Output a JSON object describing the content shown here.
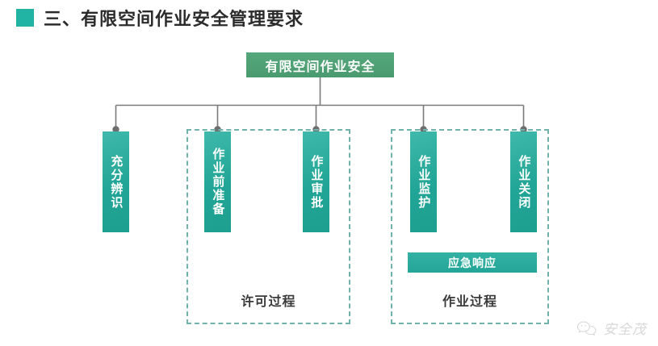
{
  "page": {
    "title_bullet": "square-bullet",
    "title": "三、有限空间作业安全管理要求"
  },
  "diagram": {
    "root": {
      "label": "有限空间作业安全",
      "color": "#4a9a6f"
    },
    "nodes": [
      {
        "id": "node-1",
        "label": "充分辨识",
        "group": null
      },
      {
        "id": "node-2",
        "label": "作业前准备",
        "group": "permit"
      },
      {
        "id": "node-3",
        "label": "作业审批",
        "group": "permit"
      },
      {
        "id": "node-4",
        "label": "作业监护",
        "group": "operation"
      },
      {
        "id": "node-5",
        "label": "作业关闭",
        "group": "operation"
      }
    ],
    "groups": [
      {
        "id": "permit",
        "label": "许可过程",
        "border_color": "#6fb3ab"
      },
      {
        "id": "operation",
        "label": "作业过程",
        "border_color": "#6fb3ab"
      }
    ],
    "emergency": {
      "label": "应急响应"
    },
    "colors": {
      "teal": "#21a596",
      "green": "#4a9a6f",
      "connector": "#7a7a7a",
      "dash": "#6fb3ab",
      "text_dark": "#2b2b2b"
    }
  },
  "watermark": {
    "icon": "wechat-bubble-icon",
    "text": "安全茂"
  }
}
